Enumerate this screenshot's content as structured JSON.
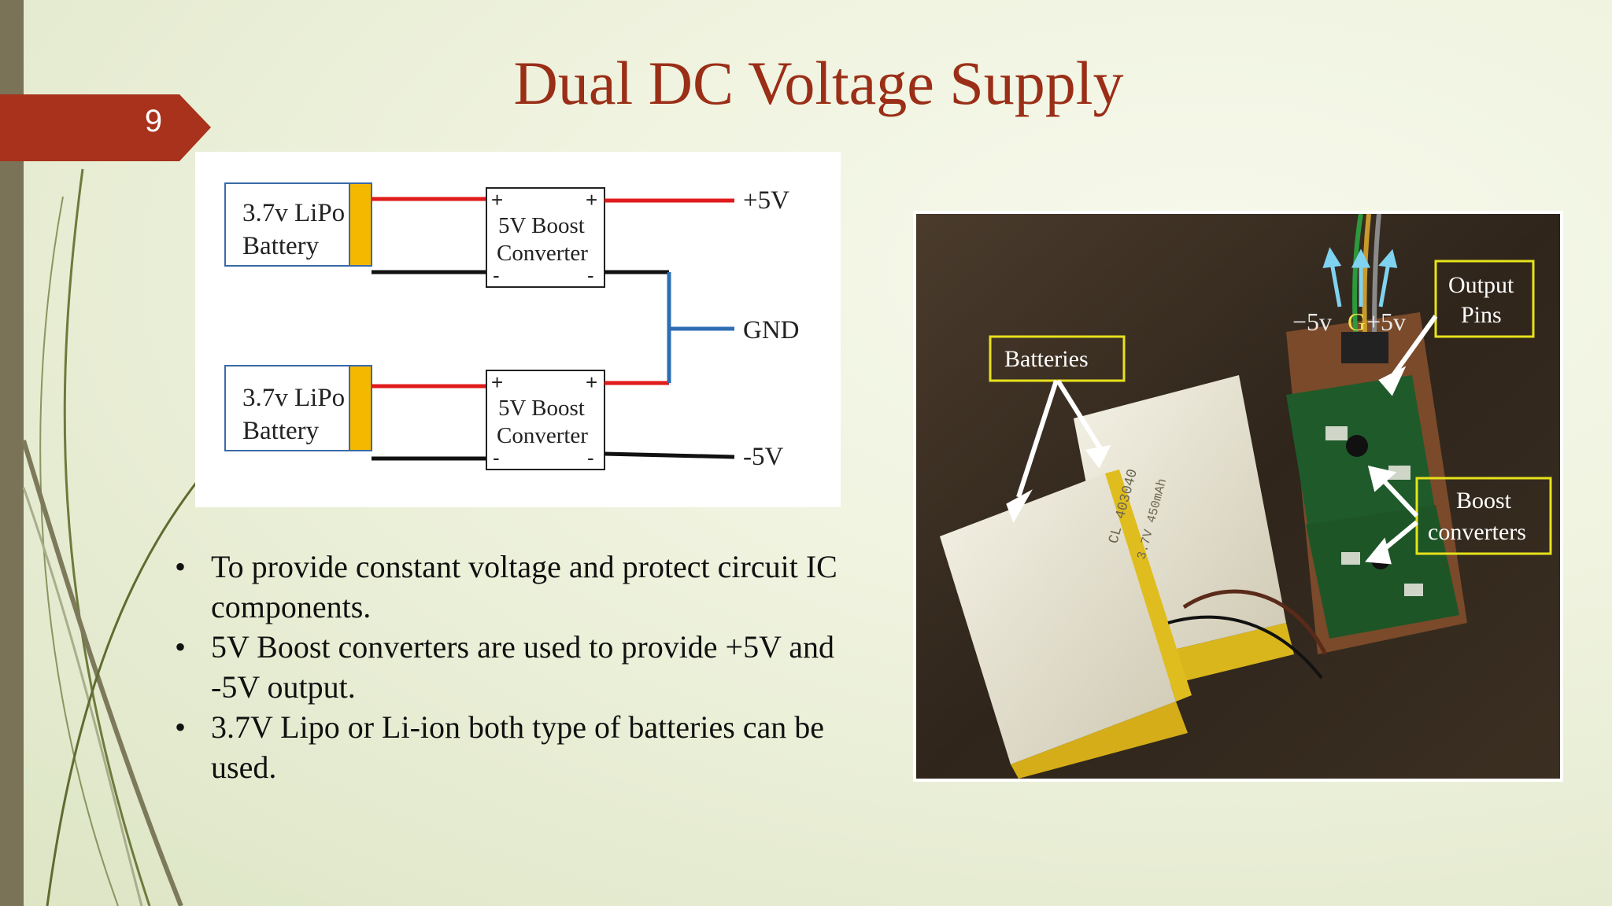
{
  "slide": {
    "number": "9",
    "title": "Dual DC Voltage Supply"
  },
  "circuit": {
    "battery_top_line1": "3.7v LiPo",
    "battery_top_line2": "Battery",
    "battery_bottom_line1": "3.7v LiPo",
    "battery_bottom_line2": "Battery",
    "converter_top_line1": "5V Boost",
    "converter_top_line2": "Converter",
    "converter_bottom_line1": "5V Boost",
    "converter_bottom_line2": "Converter",
    "plus_sign": "+",
    "minus_sign": "-",
    "output_plus": "+5V",
    "output_gnd": "GND",
    "output_minus": "-5V",
    "colors": {
      "red_wire": "#e01b1b",
      "black_wire": "#111111",
      "gnd_wire": "#2e6db4",
      "battery_terminal": "#f5b800"
    }
  },
  "bullets": [
    {
      "marker": "•",
      "text": "To provide constant voltage and protect circuit IC components."
    },
    {
      "marker": "•",
      "text": "5V Boost converters are used to provide +5V and -5V output."
    },
    {
      "marker": "•",
      "text": "3.7V Lipo or Li-ion both type of batteries can be used."
    }
  ],
  "photo": {
    "label_batteries": "Batteries",
    "label_output_line1": "Output",
    "label_output_line2": "Pins",
    "label_boost_line1": "Boost",
    "label_boost_line2": "converters",
    "pin_minus": "−5v",
    "pin_g": "G",
    "pin_plus": "+5v",
    "battery_print_1": "CL 403040",
    "battery_print_2": "3.7V 450mAh"
  },
  "theme": {
    "accent": "#a8321c",
    "title_color": "#9a2e17",
    "bar_color": "#7a7357"
  }
}
